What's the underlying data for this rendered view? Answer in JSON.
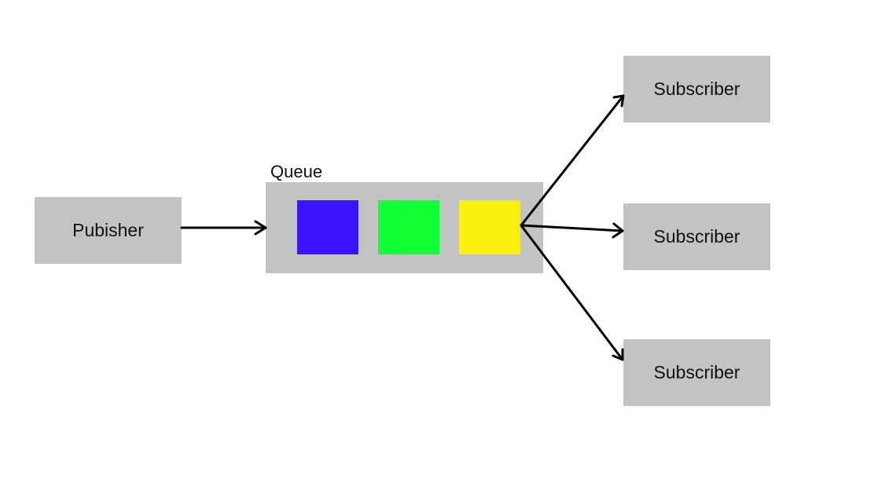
{
  "nodes": {
    "publisher": "Pubisher",
    "queue_label": "Queue",
    "subscriber_top": "Subscriber",
    "subscriber_middle": "Subscriber",
    "subscriber_bottom": "Subscriber"
  },
  "queue_messages": [
    {
      "color": "#3e13ff"
    },
    {
      "color": "#10ff35"
    },
    {
      "color": "#fbef0f"
    }
  ],
  "colors": {
    "box_fill": "#c3c3c3",
    "arrow": "#000000"
  }
}
